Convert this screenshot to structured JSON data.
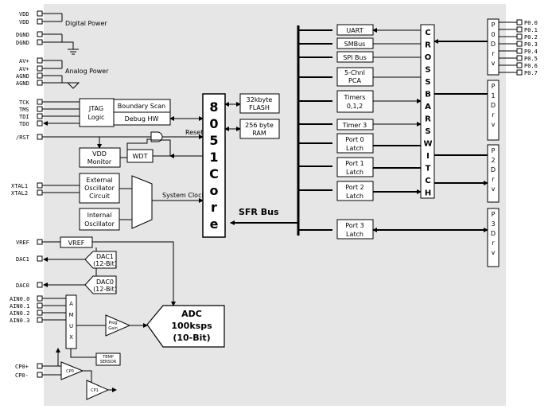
{
  "pins_left": {
    "vdd1": "VDD",
    "vdd2": "VDD",
    "dgnd1": "DGND",
    "dgnd2": "DGND",
    "av1": "AV+",
    "av2": "AV+",
    "agnd1": "AGND",
    "agnd2": "AGND",
    "tck": "TCK",
    "tms": "TMS",
    "tdi": "TDI",
    "tdo": "TDO",
    "rst": "/RST",
    "xtal1": "XTAL1",
    "xtal2": "XTAL2",
    "vref": "VREF",
    "dac1": "DAC1",
    "dac0": "DAC0",
    "ain0": "AIN0.0",
    "ain1": "AIN0.1",
    "ain2": "AIN0.2",
    "ain3": "AIN0.3",
    "cp0p": "CP0+",
    "cp0m": "CP0-"
  },
  "pins_right": [
    "P0.0",
    "P0.1",
    "P0.2",
    "P0.3",
    "P0.4",
    "P0.5",
    "P0.6",
    "P0.7"
  ],
  "labels": {
    "digital_power": "Digital Power",
    "analog_power": "Analog Power",
    "reset": "Reset",
    "system_clock": "System Clock",
    "sfr_bus": "SFR Bus"
  },
  "blocks": {
    "jtag_l1": "JTAG",
    "jtag_l2": "Logic",
    "boundary_scan": "Boundary Scan",
    "debug_hw": "Debug HW",
    "vdd_mon_l1": "VDD",
    "vdd_mon_l2": "Monitor",
    "wdt": "WDT",
    "ext_osc_l1": "External",
    "ext_osc_l2": "Oscillator",
    "ext_osc_l3": "Circuit",
    "int_osc_l1": "Internal",
    "int_osc_l2": "Oscillator",
    "flash_l1": "32kbyte",
    "flash_l2": "FLASH",
    "ram_l1": "256 byte",
    "ram_l2": "RAM",
    "core_chars": [
      "8",
      "0",
      "5",
      "1",
      "C",
      "o",
      "r",
      "e"
    ],
    "vref_box": "VREF",
    "dac1_l1": "DAC1",
    "dac1_l2": "(12-Bit)",
    "dac0_l1": "DAC0",
    "dac0_l2": "(12-Bit)",
    "amux_chars": [
      "A",
      "M",
      "U",
      "X"
    ],
    "prog_l1": "Prog",
    "prog_l2": "Gain",
    "adc_l1": "ADC",
    "adc_l2": "100ksps",
    "adc_l3": "(10-Bit)",
    "temp_l1": "TEMP",
    "temp_l2": "SENSOR",
    "cp0": "CP0",
    "cp1": "CP1"
  },
  "peripherals": {
    "uart": "UART",
    "smbus": "SMBus",
    "spi": "SPI Bus",
    "pca_l1": "5-Chnl",
    "pca_l2": "PCA",
    "timers_l1": "Timers",
    "timers_l2": "0,1,2",
    "timer3": "Timer 3",
    "p0_l1": "Port 0",
    "p0_l2": "Latch",
    "p1_l1": "Port 1",
    "p1_l2": "Latch",
    "p2_l1": "Port 2",
    "p2_l2": "Latch",
    "p3_l1": "Port 3",
    "p3_l2": "Latch"
  },
  "crossbar_chars": [
    "C",
    "R",
    "O",
    "S",
    "S",
    "B",
    "A",
    "R",
    "S",
    "W",
    "I",
    "T",
    "C",
    "H"
  ],
  "drivers": {
    "p0": [
      "P",
      "0",
      "D",
      "r",
      "v"
    ],
    "p1": [
      "P",
      "1",
      "D",
      "r",
      "v"
    ],
    "p2": [
      "P",
      "2",
      "D",
      "r",
      "v"
    ],
    "p3": [
      "P",
      "3",
      "D",
      "r",
      "v"
    ]
  }
}
